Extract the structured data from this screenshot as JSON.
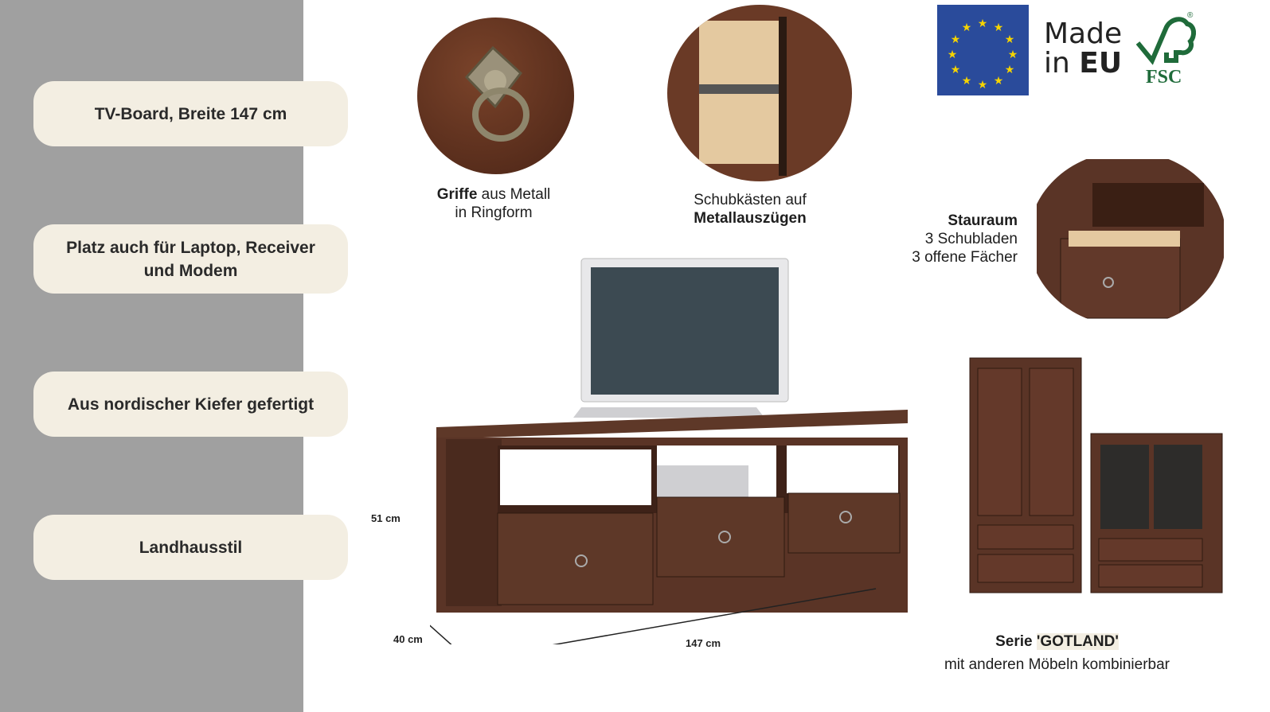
{
  "features": [
    {
      "label": "TV-Board, Breite 147 cm"
    },
    {
      "label": "Platz auch für Laptop, Receiver und Modem"
    },
    {
      "label": "Aus nordischer Kiefer gefertigt"
    },
    {
      "label": "Landhausstil"
    }
  ],
  "details": {
    "handles": {
      "bold": "Griffe",
      "rest": " aus Metall",
      "line2": "in Ringform"
    },
    "drawers": {
      "line1": "Schubkästen auf",
      "bold": "Metallauszügen"
    },
    "storage": {
      "bold": "Stauraum",
      "line2": "3 Schubladen",
      "line3": "3 offene Fächer"
    },
    "series": {
      "prefix": "Serie ",
      "name": "'GOTLAND'",
      "line2": "mit anderen Möbeln kombinierbar"
    }
  },
  "badges": {
    "made_line1": "Made",
    "made_in": "in ",
    "made_eu": "EU",
    "fsc": "FSC",
    "registered": "®"
  },
  "dimensions": {
    "height": "51 cm",
    "depth": "40 cm",
    "width": "147 cm"
  },
  "colors": {
    "panel": "#a0a0a0",
    "pill": "#f3eee2",
    "wood": "#5a3426",
    "eu_blue": "#2a4b9b",
    "fsc_green": "#1f6b3a"
  }
}
